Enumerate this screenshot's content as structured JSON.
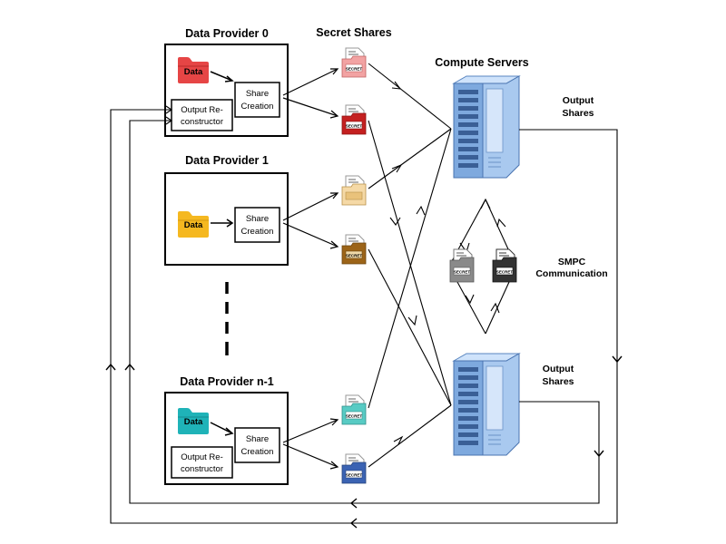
{
  "providers": [
    {
      "title": "Data Provider 0",
      "data_label": "Data",
      "share_label_1": "Share",
      "share_label_2": "Creation",
      "output_label_1": "Output Re-",
      "output_label_2": "constructor",
      "folder_color": "#e64545"
    },
    {
      "title": "Data Provider 1",
      "data_label": "Data",
      "share_label_1": "Share",
      "share_label_2": "Creation",
      "folder_color": "#f5b820"
    },
    {
      "title": "Data Provider n-1",
      "data_label": "Data",
      "share_label_1": "Share",
      "share_label_2": "Creation",
      "output_label_1": "Output Re-",
      "output_label_2": "constructor",
      "folder_color": "#1fb3b8"
    }
  ],
  "secret_shares_title": "Secret Shares",
  "secret_label": "SECRET",
  "compute_servers_title": "Compute Servers",
  "output_shares_top": {
    "line1": "Output",
    "line2": "Shares"
  },
  "output_shares_bottom": {
    "line1": "Output",
    "line2": "Shares"
  },
  "smpc": {
    "line1": "SMPC",
    "line2": "Communication"
  },
  "colors": {
    "share0a": "#f2a3a3",
    "share0b": "#c42020",
    "share1a": "#f5d9a6",
    "share1b": "#9c6418",
    "share2a": "#58cbc4",
    "share2b": "#3b63b3",
    "server": "#a9c9ef",
    "smpc_a": "#8a8a8a",
    "smpc_b": "#333333"
  }
}
